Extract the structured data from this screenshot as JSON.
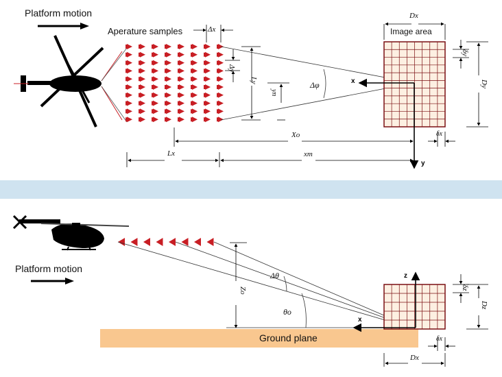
{
  "top": {
    "platform_motion": "Platform motion",
    "aperture_samples": "Aperature samples",
    "image_area": "Image area",
    "delta_x": "Δx",
    "delta_y": "Δy",
    "L_y": "Ly",
    "y_n": "yn",
    "delta_phi": "Δφ",
    "x_axis": "x",
    "y_axis": "y",
    "D_x": "Dx",
    "D_y": "Dy",
    "delta_y_img": "δy",
    "delta_x_img": "δx",
    "X_o": "Xo",
    "L_x": "Lx",
    "x_m": "xm"
  },
  "bottom": {
    "platform_motion": "Platform motion",
    "ground_plane": "Ground plane",
    "Z_o": "Zo",
    "delta_theta": "Δθ",
    "theta_o": "θo",
    "z_axis": "z",
    "x_axis": "x",
    "delta_z": "δz",
    "D_z": "Dz",
    "delta_x": "δx",
    "D_x": "Dx"
  },
  "colors": {
    "divider": "#cfe3f0",
    "ground": "#f9c78f",
    "grid_line": "#7a0f12",
    "grid_fill": "#fdf0e2",
    "antenna": "#c81e24"
  },
  "icons": {
    "helicopter": "helicopter-icon",
    "antenna": "antenna-icon",
    "arrow": "arrow-right-icon"
  }
}
